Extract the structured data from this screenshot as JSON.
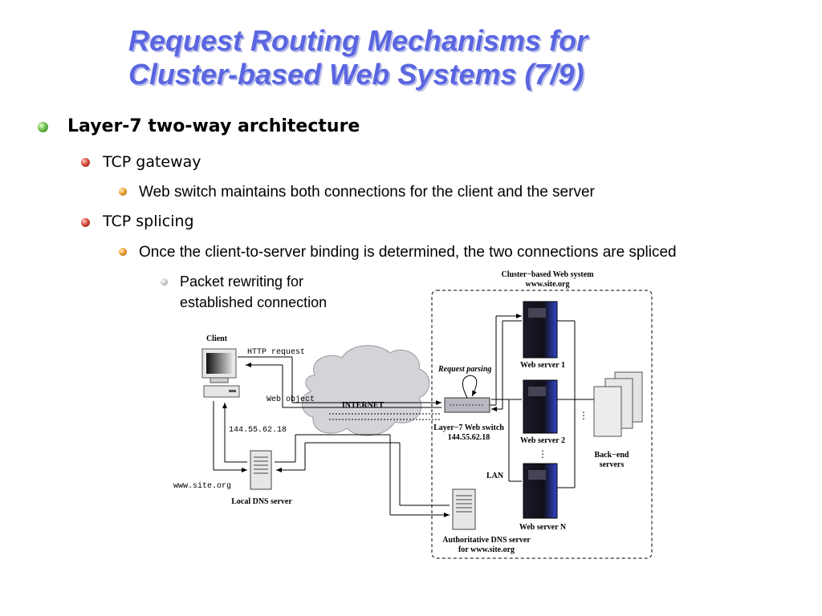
{
  "slide": {
    "title_line1": "Request Routing Mechanisms for",
    "title_line2": "Cluster-based Web Systems (7/9)",
    "bullets": [
      {
        "text": "Layer-7 two-way architecture"
      },
      {
        "text": "TCP gateway"
      },
      {
        "text": "Web switch maintains both connections for the client and the server"
      },
      {
        "text": "TCP splicing"
      },
      {
        "text": "Once the client-to-server binding is determined, the two connections are spliced"
      },
      {
        "text": "Packet rewriting for",
        "text2": "established connection"
      }
    ]
  },
  "diagram": {
    "system_title": "Cluster−based Web system",
    "system_url": "www.site.org",
    "client": "Client",
    "http_request": "HTTP request",
    "web_object": "Web object",
    "internet": "INTERNET",
    "ip": "144.55.62.18",
    "site_url": "www.site.org",
    "local_dns": "Local DNS server",
    "request_parsing": "Request parsing",
    "switch_label": "Layer−7 Web switch",
    "switch_ip": "144.55.62.18",
    "lan": "LAN",
    "server1": "Web server 1",
    "server2": "Web server 2",
    "serverN": "Web server N",
    "backend1": "Back−end",
    "backend2": "servers",
    "auth_dns1": "Authoritative DNS server",
    "auth_dns2": "for www.site.org"
  }
}
